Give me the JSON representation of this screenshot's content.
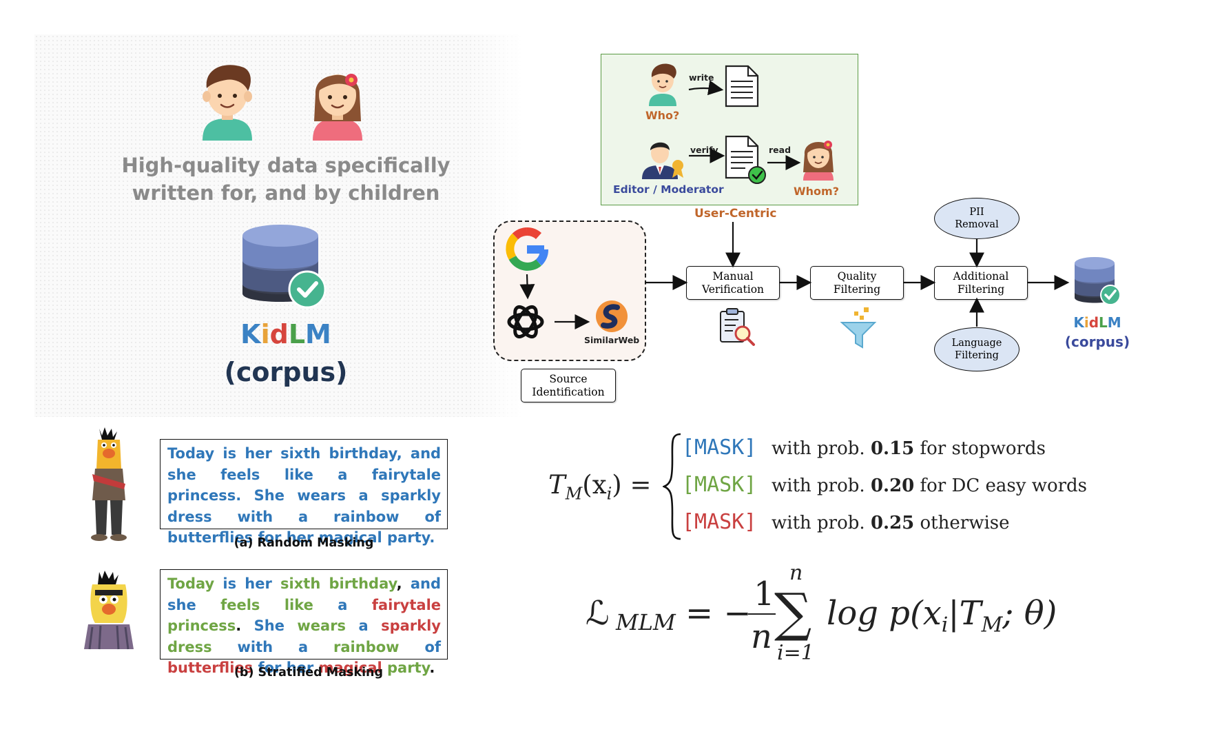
{
  "hero": {
    "tagline_line1": "High-quality data specifically",
    "tagline_line2": "written for, and by children",
    "logo_letters": [
      {
        "ch": "K",
        "color": "#3b82c4"
      },
      {
        "ch": "i",
        "color": "#e8a33a"
      },
      {
        "ch": "d",
        "color": "#d6453d"
      },
      {
        "ch": "L",
        "color": "#4aa04a"
      },
      {
        "ch": "M",
        "color": "#3b82c4"
      }
    ],
    "corpus": "(corpus)"
  },
  "user_centric": {
    "who": "Who?",
    "whom": "Whom?",
    "editor": "Editor / Moderator",
    "write": "write",
    "verify": "verify",
    "read": "read",
    "title": "User-Centric"
  },
  "pipeline": {
    "source_identification": "Source\nIdentification",
    "similarweb": "SimilarWeb",
    "manual_verification": "Manual\nVerification",
    "quality_filtering": "Quality\nFiltering",
    "additional_filtering": "Additional\nFiltering",
    "pii_removal": "PII\nRemoval",
    "language_filtering": "Language\nFiltering",
    "output_logo_letters": [
      {
        "ch": "K",
        "color": "#3b82c4"
      },
      {
        "ch": "i",
        "color": "#e8a33a"
      },
      {
        "ch": "d",
        "color": "#d6453d"
      },
      {
        "ch": "L",
        "color": "#4aa04a"
      },
      {
        "ch": "M",
        "color": "#3b82c4"
      }
    ],
    "output_corpus": "(corpus)"
  },
  "masking": {
    "random_caption": "(a) Random Masking",
    "stratified_caption": "(b) Stratified Masking",
    "random_words": [
      {
        "t": "Today",
        "c": "b"
      },
      {
        "t": "is",
        "c": "b"
      },
      {
        "t": "her",
        "c": "b"
      },
      {
        "t": "sixth",
        "c": "b"
      },
      {
        "t": "birthday,",
        "c": "b"
      },
      {
        "t": "and",
        "c": "b"
      },
      {
        "t": "she",
        "c": "b"
      },
      {
        "t": "feels",
        "c": "b"
      },
      {
        "t": "like",
        "c": "b"
      },
      {
        "t": "a",
        "c": "b"
      },
      {
        "t": "fairytale",
        "c": "b"
      },
      {
        "t": "princess.",
        "c": "b"
      },
      {
        "t": "She",
        "c": "b"
      },
      {
        "t": "wears",
        "c": "b"
      },
      {
        "t": "a",
        "c": "b"
      },
      {
        "t": "sparkly",
        "c": "b"
      },
      {
        "t": "dress",
        "c": "b"
      },
      {
        "t": "with",
        "c": "b"
      },
      {
        "t": "a",
        "c": "b"
      },
      {
        "t": "rainbow",
        "c": "b"
      },
      {
        "t": "of",
        "c": "b"
      },
      {
        "t": "butterflies",
        "c": "b"
      },
      {
        "t": "for",
        "c": "b"
      },
      {
        "t": "her",
        "c": "b"
      },
      {
        "t": "magical",
        "c": "b"
      },
      {
        "t": "party.",
        "c": "b"
      }
    ],
    "stratified_words": [
      {
        "t": "Today",
        "c": "g"
      },
      {
        "t": "is",
        "c": "b"
      },
      {
        "t": "her",
        "c": "b"
      },
      {
        "t": "sixth",
        "c": "g"
      },
      {
        "t": "birthday",
        "c": "g"
      },
      {
        "t": ",",
        "c": "k",
        "nosp": true
      },
      {
        "t": "and",
        "c": "b"
      },
      {
        "t": "she",
        "c": "b"
      },
      {
        "t": "feels",
        "c": "g"
      },
      {
        "t": "like",
        "c": "g"
      },
      {
        "t": "a",
        "c": "b"
      },
      {
        "t": "fairytale",
        "c": "r"
      },
      {
        "t": "princess",
        "c": "g"
      },
      {
        "t": ".",
        "c": "k",
        "nosp": true
      },
      {
        "t": "She",
        "c": "b"
      },
      {
        "t": "wears",
        "c": "g"
      },
      {
        "t": "a",
        "c": "b"
      },
      {
        "t": "sparkly",
        "c": "r"
      },
      {
        "t": "dress",
        "c": "g"
      },
      {
        "t": "with",
        "c": "b"
      },
      {
        "t": "a",
        "c": "b"
      },
      {
        "t": "rainbow",
        "c": "g"
      },
      {
        "t": "of",
        "c": "b"
      },
      {
        "t": "butterflies",
        "c": "r"
      },
      {
        "t": "for",
        "c": "b"
      },
      {
        "t": "her",
        "c": "b"
      },
      {
        "t": "magical",
        "c": "r"
      },
      {
        "t": "party",
        "c": "g"
      },
      {
        "t": ".",
        "c": "k",
        "nosp": true
      }
    ]
  },
  "formula_tm": {
    "lhs_T": "T",
    "lhs_sub": "M",
    "lhs_arg": "(x",
    "lhs_arg_sub": "i",
    "lhs_close": ") =",
    "rows": [
      {
        "mask": "[MASK]",
        "mask_color": "#2f77b9",
        "pre": "with prob.",
        "prob": "0.15",
        "post": "for stopwords"
      },
      {
        "mask": "[MASK]",
        "mask_color": "#6fa544",
        "pre": "with prob.",
        "prob": "0.20",
        "post": "for DC easy words"
      },
      {
        "mask": "[MASK]",
        "mask_color": "#c94040",
        "pre": "with prob.",
        "prob": "0.25",
        "post": "otherwise"
      }
    ]
  },
  "formula_loss": {
    "L": "ℒ",
    "L_sub": "MLM",
    "eq": "= −",
    "frac_num": "1",
    "frac_den": "n",
    "sum": "∑",
    "sum_top": "n",
    "sum_bottom": "i=1",
    "body": "log p(x",
    "body_sub": "i",
    "body_mid": "|T",
    "body_sub2": "M",
    "body_end": "; θ)"
  },
  "colors": {
    "blue_mask": "#2f77b9",
    "green_mask": "#6fa544",
    "red_mask": "#c94040",
    "user_centric_label": "#c0662b",
    "editor_label": "#3a4a9c"
  }
}
